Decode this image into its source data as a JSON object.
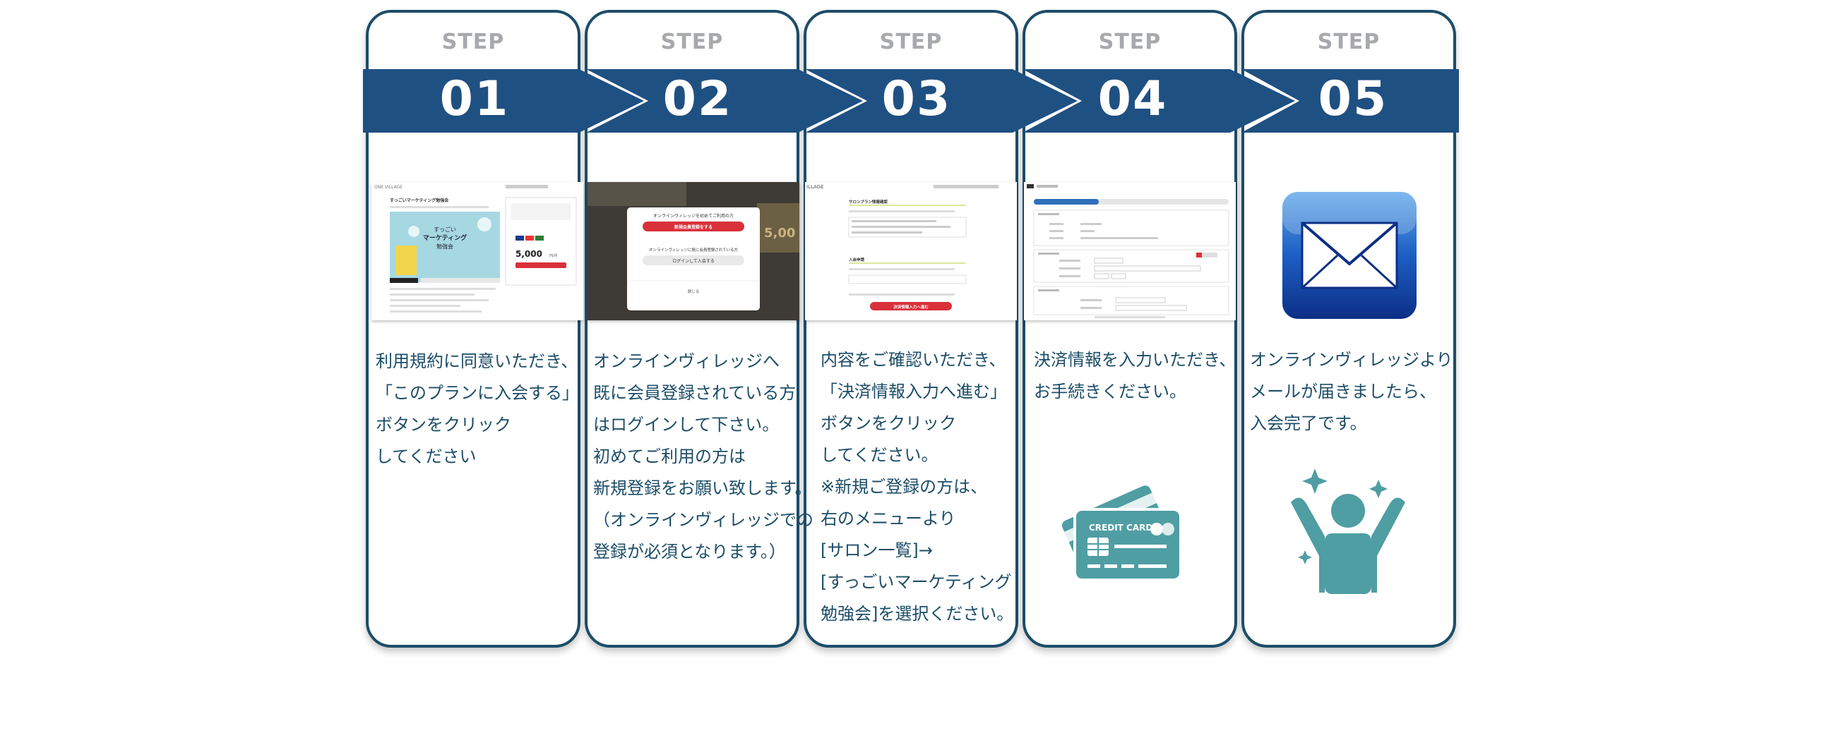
{
  "step_label": "STEP",
  "steps": [
    {
      "number": "01",
      "lines": [
        "利用規約に同意いただき、",
        "「このプランに入会する」",
        "ボタンをクリック",
        "してください"
      ]
    },
    {
      "number": "02",
      "lines": [
        "オンラインヴィレッジへ",
        "既に会員登録されている方",
        "はログインして下さい。",
        "初めてご利用の方は",
        "新規登録をお願い致します。",
        "（オンラインヴィレッジでの",
        "登録が必須となります。）"
      ]
    },
    {
      "number": "03",
      "lines": [
        "内容をご確認いただき、",
        "「決済情報入力へ進む」",
        "ボタンをクリック",
        "してください。",
        "※新規ご登録の方は、",
        "右のメニューより",
        "[サロン一覧]→",
        "[すっごいマーケティング",
        "勉強会]を選択ください。"
      ]
    },
    {
      "number": "04",
      "lines": [
        "決済情報を入力いただき、",
        "お手続きください。"
      ]
    },
    {
      "number": "05",
      "lines": [
        "オンラインヴィレッジより",
        "メールが届きましたら、",
        "入会完了です。"
      ]
    }
  ],
  "thumb1": {
    "logo": "ONE VILLAGE",
    "title": "すっごいマーケティング勉強会",
    "promo_line1": "すっごい",
    "promo_line2": "マーケティング",
    "promo_line3": "勉強会",
    "price": "5,000",
    "price_unit": "円/月"
  },
  "thumb2": {
    "modal_line1": "オンラインヴィレッジを初めてご利用の方",
    "register_button": "新規会員登録をする",
    "modal_line2": "オンラインヴィレッジに既に会員登録されている方",
    "login_button": "ログインして入会する",
    "close_label": "閉じる",
    "bg_price": "5,00"
  },
  "thumb3": {
    "logo": "ILLAGE",
    "heading1": "サロンプラン情報確認",
    "heading2": "入会申請",
    "submit_button": "決済情報入力へ進む"
  },
  "credit_card_text": "CREDIT CARD",
  "colors": {
    "navy": "#1c4d68",
    "banner": "#1f5082",
    "teal": "#4f9ea3",
    "step_gray": "#a8a9ad",
    "red": "#d9313a"
  },
  "icons": [
    "envelope-icon",
    "credit-card-icon",
    "celebrating-person-icon"
  ]
}
